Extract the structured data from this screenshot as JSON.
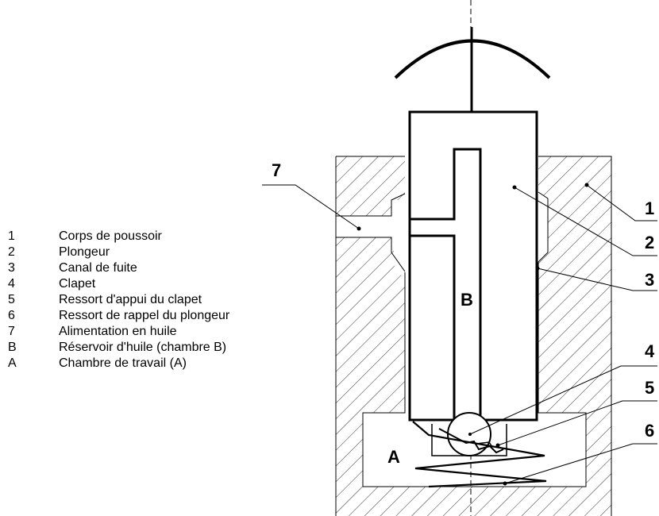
{
  "legend": [
    {
      "key": "1",
      "text": "Corps de poussoir"
    },
    {
      "key": "2",
      "text": "Plongeur"
    },
    {
      "key": "3",
      "text": "Canal de fuite"
    },
    {
      "key": "4",
      "text": "Clapet"
    },
    {
      "key": "5",
      "text": "Ressort d'appui du clapet"
    },
    {
      "key": "6",
      "text": "Ressort de rappel du plongeur"
    },
    {
      "key": "7",
      "text": "Alimentation en huile"
    },
    {
      "key": "B",
      "text": "Réservoir d'huile (chambre B)"
    },
    {
      "key": "A",
      "text": "Chambre de travail (A)"
    }
  ],
  "labels": {
    "n1": "1",
    "n2": "2",
    "n3": "3",
    "n4": "4",
    "n5": "5",
    "n6": "6",
    "n7": "7",
    "chamber_b": "B",
    "chamber_a": "A"
  },
  "colors": {
    "ink": "#000000",
    "background": "#ffffff"
  }
}
